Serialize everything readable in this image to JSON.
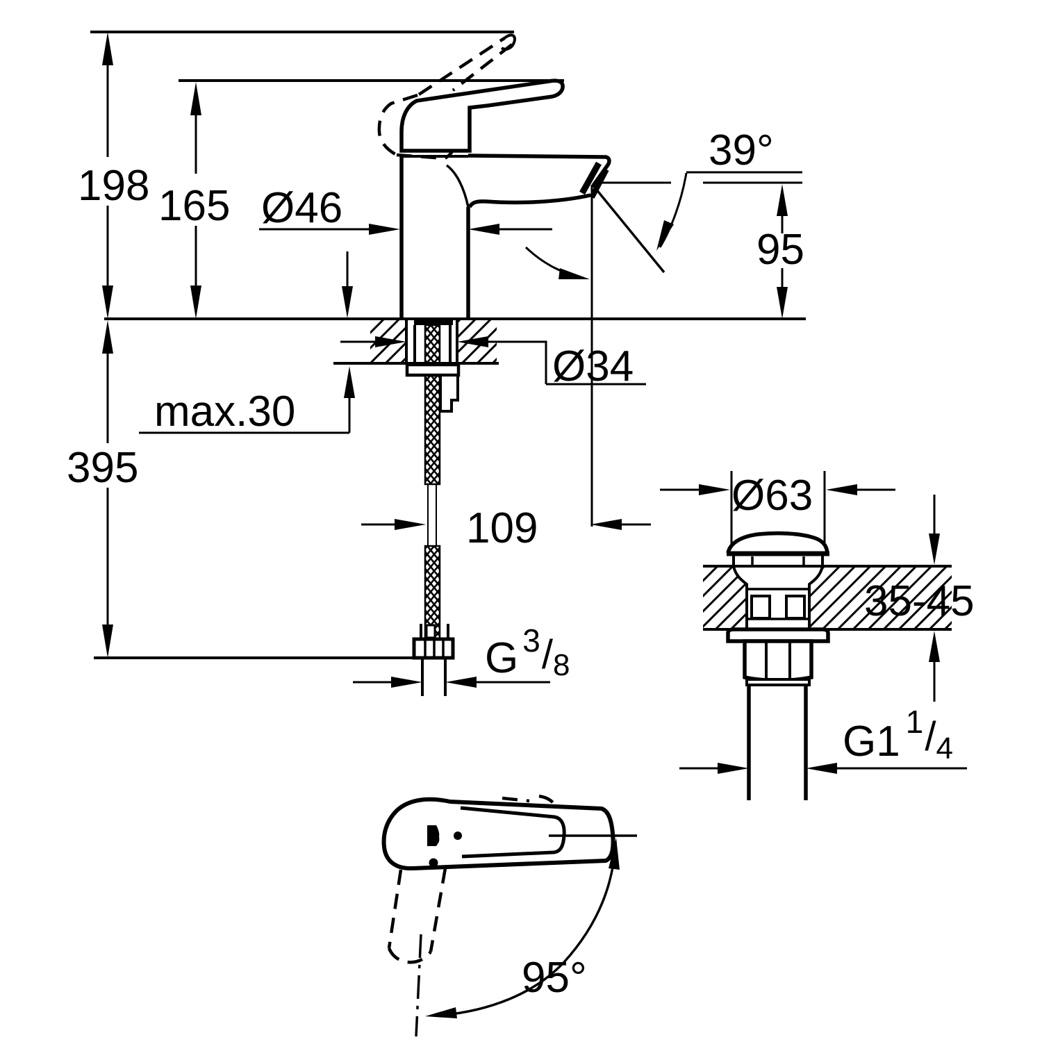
{
  "colors": {
    "ink": "#000000",
    "paper": "#ffffff"
  },
  "labels": {
    "dim198": "198",
    "dim165": "165",
    "dia46": "Ø46",
    "ang39": "39°",
    "dim95": "95",
    "dia34": "Ø34",
    "max30": "max.30",
    "dim395": "395",
    "dim109": "109",
    "dia63": "Ø63",
    "range3545": "35-45",
    "g38_main": "G",
    "g38_sup": "3",
    "g38_slash": "/",
    "g38_sub": "8",
    "g114_main": "G1",
    "g114_sup": "1",
    "g114_slash": "/",
    "g114_sub": "4",
    "ang95": "95°"
  }
}
